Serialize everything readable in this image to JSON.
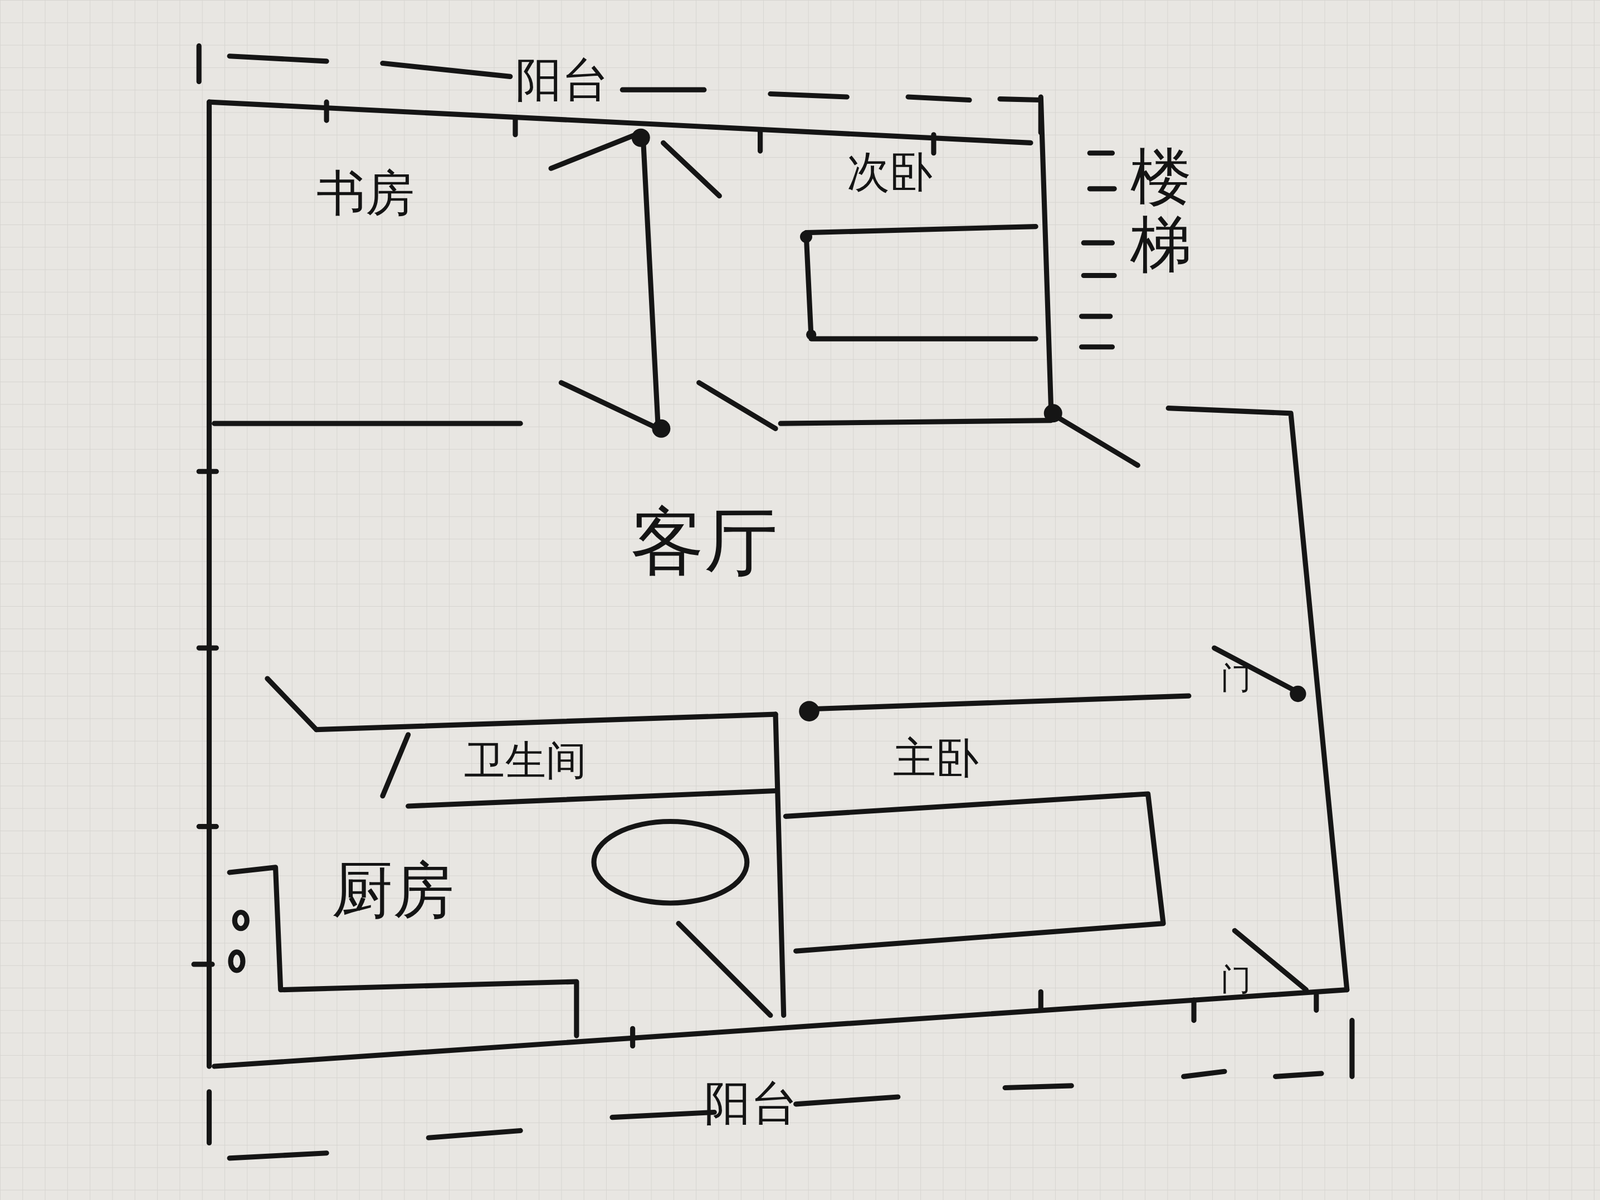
{
  "diagram": {
    "labels": [
      "阳台",
      "书房",
      "次卧",
      "楼梯",
      "客厅",
      "卫生间",
      "主卧",
      "厨房",
      "阳台",
      "门",
      "门"
    ]
  }
}
